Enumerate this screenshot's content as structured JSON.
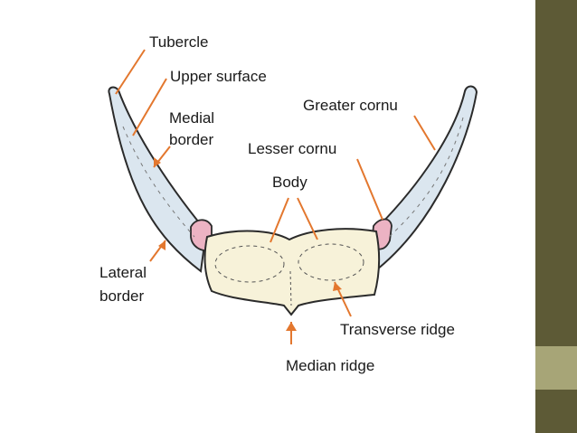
{
  "colors": {
    "bone_fill": "#dbe6ef",
    "bone_outline": "#2b2b2b",
    "body_fill": "#f7f2d9",
    "lesser_cornu_fill": "#ecb3c3",
    "pointer": "#e3772e",
    "sidebar_dark": "#5d5a36",
    "sidebar_accent": "#a7a577"
  },
  "labels": {
    "tubercle": "Tubercle",
    "upper_surface": "Upper surface",
    "medial_border": [
      "Medial",
      "border"
    ],
    "greater_cornu": "Greater cornu",
    "lesser_cornu": "Lesser cornu",
    "body": "Body",
    "lateral_border": [
      "Lateral",
      "border"
    ],
    "transverse_ridge": "Transverse ridge",
    "median_ridge": "Median ridge"
  }
}
